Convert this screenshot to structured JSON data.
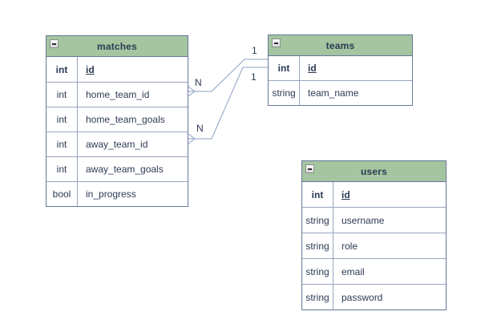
{
  "diagram": {
    "colors": {
      "background": "#ffffff",
      "header_bg": "#a4c5a0",
      "table_border": "#66769b",
      "row_divider": "#98a5bf",
      "text": "#2c3a55",
      "relationship_line": "#8da0c5"
    },
    "tables": [
      {
        "title": "matches",
        "icon": "minus-icon",
        "columns": [
          {
            "type": "int",
            "name": "id",
            "primary_key": true
          },
          {
            "type": "int",
            "name": "home_team_id"
          },
          {
            "type": "int",
            "name": "home_team_goals"
          },
          {
            "type": "int",
            "name": "away_team_id"
          },
          {
            "type": "int",
            "name": "away_team_goals"
          },
          {
            "type": "bool",
            "name": "in_progress"
          }
        ]
      },
      {
        "title": "teams",
        "icon": "minus-icon",
        "columns": [
          {
            "type": "int",
            "name": "id",
            "primary_key": true
          },
          {
            "type": "string",
            "name": "team_name"
          }
        ]
      },
      {
        "title": "users",
        "icon": "minus-icon",
        "columns": [
          {
            "type": "int",
            "name": "id",
            "primary_key": true
          },
          {
            "type": "string",
            "name": "username"
          },
          {
            "type": "string",
            "name": "role"
          },
          {
            "type": "string",
            "name": "email"
          },
          {
            "type": "string",
            "name": "password"
          }
        ]
      }
    ],
    "relationships": [
      {
        "from_table": "matches",
        "from_column": "home_team_id",
        "to_table": "teams",
        "to_column": "id",
        "from_label": "N",
        "to_label": "1"
      },
      {
        "from_table": "matches",
        "from_column": "away_team_id",
        "to_table": "teams",
        "to_column": "id",
        "from_label": "N",
        "to_label": "1"
      }
    ]
  }
}
